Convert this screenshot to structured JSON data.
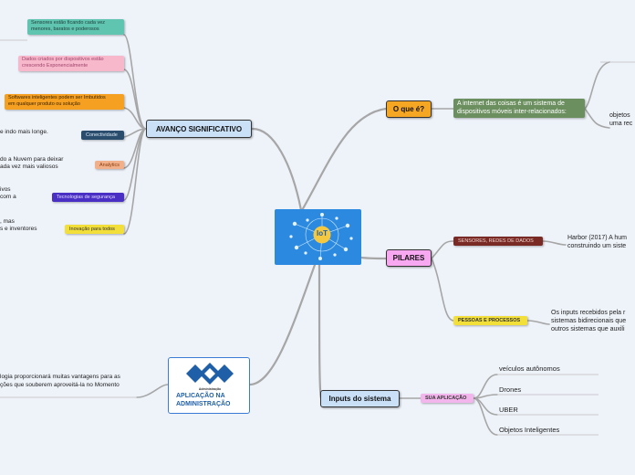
{
  "center": {
    "badge": "IoT"
  },
  "colors": {
    "center_bg": "#2b8ae0",
    "main_node_bg": "#c9e0f7",
    "pilares_bg": "#f7a8f0",
    "oque_bg": "#f5a623",
    "logo_blue": "#1f5fa8",
    "link": "#a6a6a6"
  },
  "o_que_e": {
    "title": "O que é?",
    "definition_line1": "A internet das coisas é um sistema de",
    "definition_line2": "dispositivos móveis inter-relacionados:",
    "detail_line1": "objetos",
    "detail_line2": "uma rec"
  },
  "pilares": {
    "title": "PILARES",
    "sensores_label": "SENSORES, REDES DE DADOS",
    "sensores_text1": "Harbor (2017) A hum",
    "sensores_text2": "construindo um siste",
    "pessoas_label": "PESSOAS E PROCESSOS",
    "pessoas_text1": "Os inputs recebidos pela r",
    "pessoas_text2": "sistemas bidirecionais que",
    "pessoas_text3": "outros sistemas que auxili"
  },
  "inputs": {
    "title": "Inputs do sistema",
    "sua_aplicacao": "SUA APLICAÇÃO",
    "items": [
      "veículos autônomos",
      "Drones",
      "UBER",
      "Objetos Inteligentes"
    ]
  },
  "avanco": {
    "title": "AVANÇO SIGNIFICATIVO",
    "sensores_line1": "Sensores estão ficando cada vez",
    "sensores_line2": "menores, baratos e poderosos",
    "dados_line1": "Dados criados por dispositivos estão",
    "dados_line2": "crescendo Exponencialmente",
    "softwares_line1": "Softwares inteligentes podem ser Imbutidos",
    "softwares_line2": "em qualquer produto ou solução",
    "conectividade": "Conectividade",
    "conectividade_text": "e indo mais longe.",
    "analytics": "Analytics",
    "analytics_text1": "do a Nuvem para deixar",
    "analytics_text2": "ada vez mais valiosos",
    "seguranca": "Tecnologias de segurança",
    "seguranca_text1": "ivos",
    "seguranca_text2": "com a",
    "inovacao": "Inovação para todos",
    "inovacao_text1": ", mas",
    "inovacao_text2": "s e inventores"
  },
  "aplicacao": {
    "logo_caption": "Administração",
    "title_line1": "APLICAÇÃO NA",
    "title_line2": "ADMINISTRAÇÃO",
    "text_line1": "logia proporcionará muitas vantagens para as",
    "text_line2": "ções que souberem aproveitá-la no Momento"
  }
}
